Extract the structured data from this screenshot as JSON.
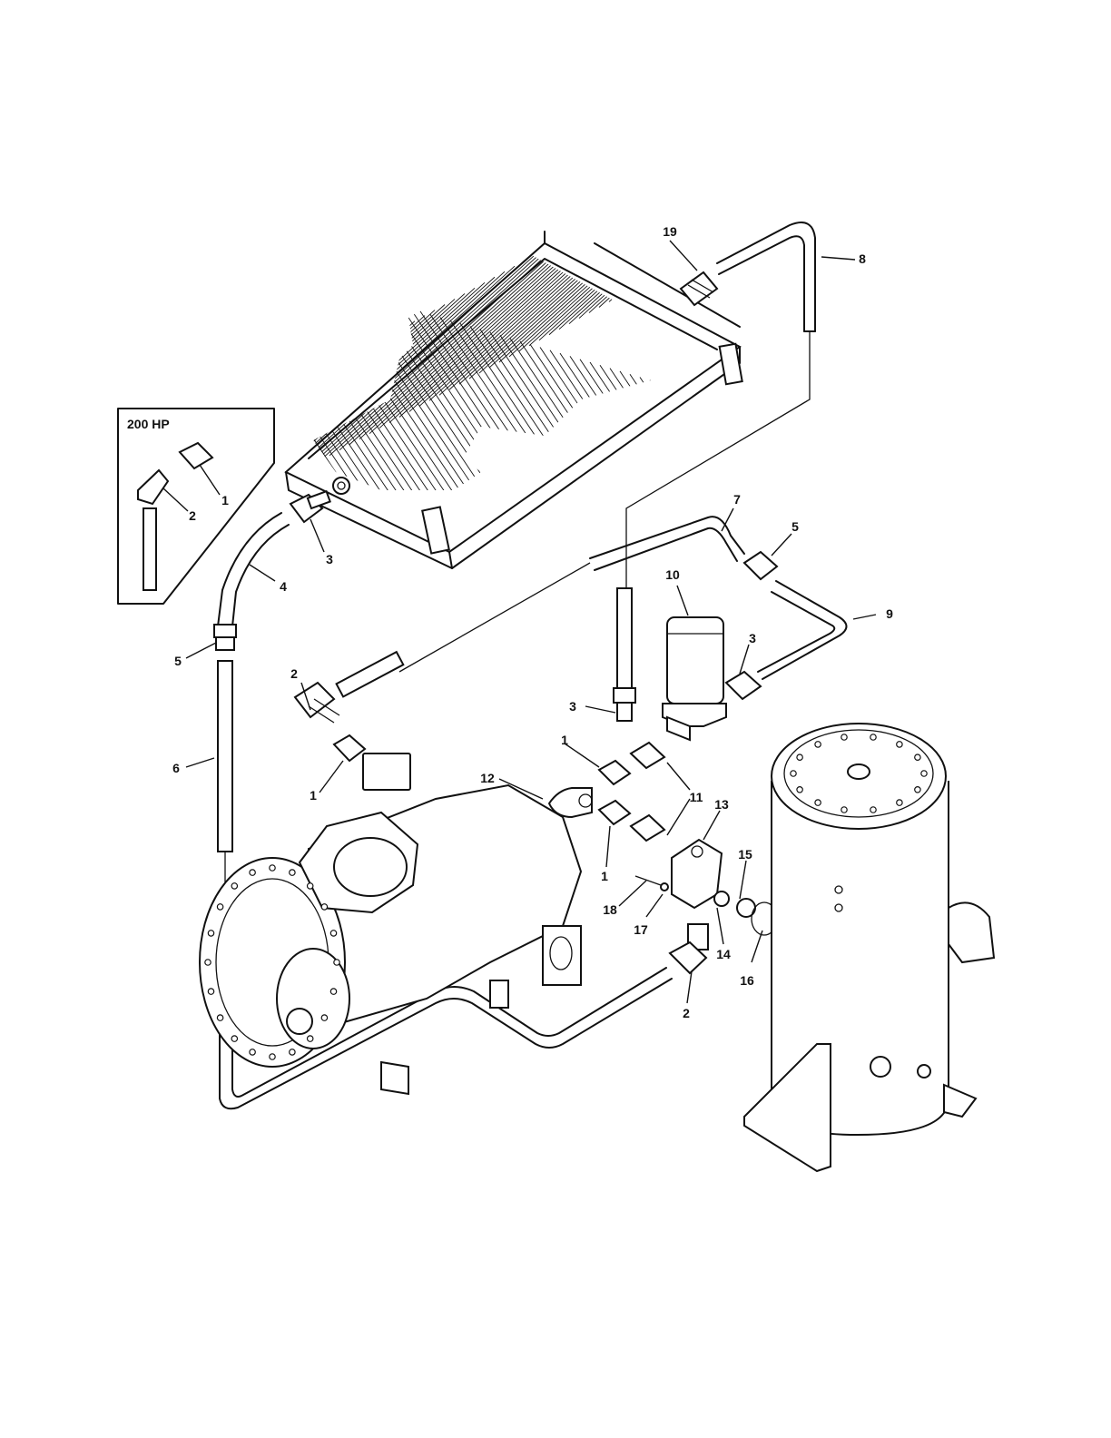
{
  "inset": {
    "title": "200 HP"
  },
  "callouts": {
    "c1": "1",
    "c2": "2",
    "c3": "3",
    "c4": "4",
    "c5": "5",
    "c6": "6",
    "c7": "7",
    "c8": "8",
    "c9": "9",
    "c10": "10",
    "c11": "11",
    "c12": "12",
    "c13": "13",
    "c14": "14",
    "c15": "15",
    "c16": "16",
    "c17": "17",
    "c18": "18",
    "c19": "19"
  }
}
